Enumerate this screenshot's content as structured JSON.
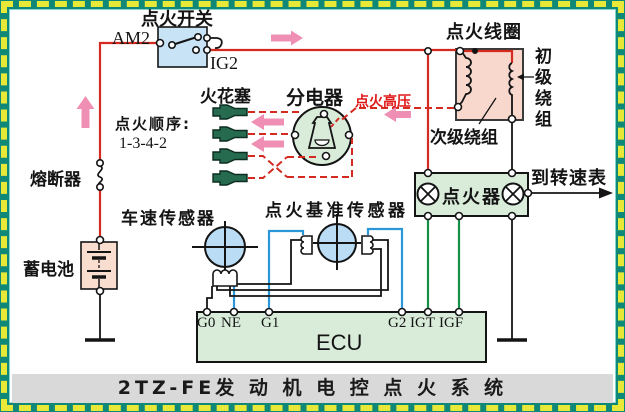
{
  "title": "2TZ-FE发 动 机 电 控 点 火 系 统",
  "components": {
    "ignition_switch": {
      "label": "点火开关",
      "terminal_in": "AM2",
      "terminal_out": "IG2"
    },
    "ignition_coil": {
      "label": "点火线圈",
      "primary": "初级绕组",
      "secondary": "次级绕组"
    },
    "spark_plugs": {
      "label": "火花塞"
    },
    "distributor": {
      "label": "分电器"
    },
    "high_voltage": {
      "label": "点火高压"
    },
    "firing_order": {
      "label": "点火顺序:",
      "value": "1-3-4-2"
    },
    "fuse": {
      "label": "熔断器"
    },
    "battery": {
      "label": "蓄电池"
    },
    "speed_sensor": {
      "label": "车速传感器"
    },
    "ref_sensor": {
      "label": "点火基准传感器"
    },
    "igniter": {
      "label": "点火器"
    },
    "tachometer": {
      "label": "到转速表"
    },
    "ecu": {
      "label": "ECU",
      "terminals": [
        "G0",
        "NE",
        "G1",
        "G2",
        "IGT",
        "IGF"
      ]
    }
  },
  "colors": {
    "wire_red": "#d42a20",
    "wire_blue": "#2b97d8",
    "wire_green": "#169048",
    "wire_black": "#141414",
    "arrow_pink": "#ef8fb4",
    "hv_text_red": "#e01818",
    "box_blue": "#c8e3f5",
    "box_pink": "#f8d8cd",
    "box_peach": "#f9decf",
    "box_green": "#d9ecda",
    "sensor_blue": "#badcf5",
    "plug_green": "#266b50",
    "frame_teal": "#0f8878",
    "frame_yellow": "#e8e838",
    "title_bar_gray": "#d9d9d9"
  }
}
